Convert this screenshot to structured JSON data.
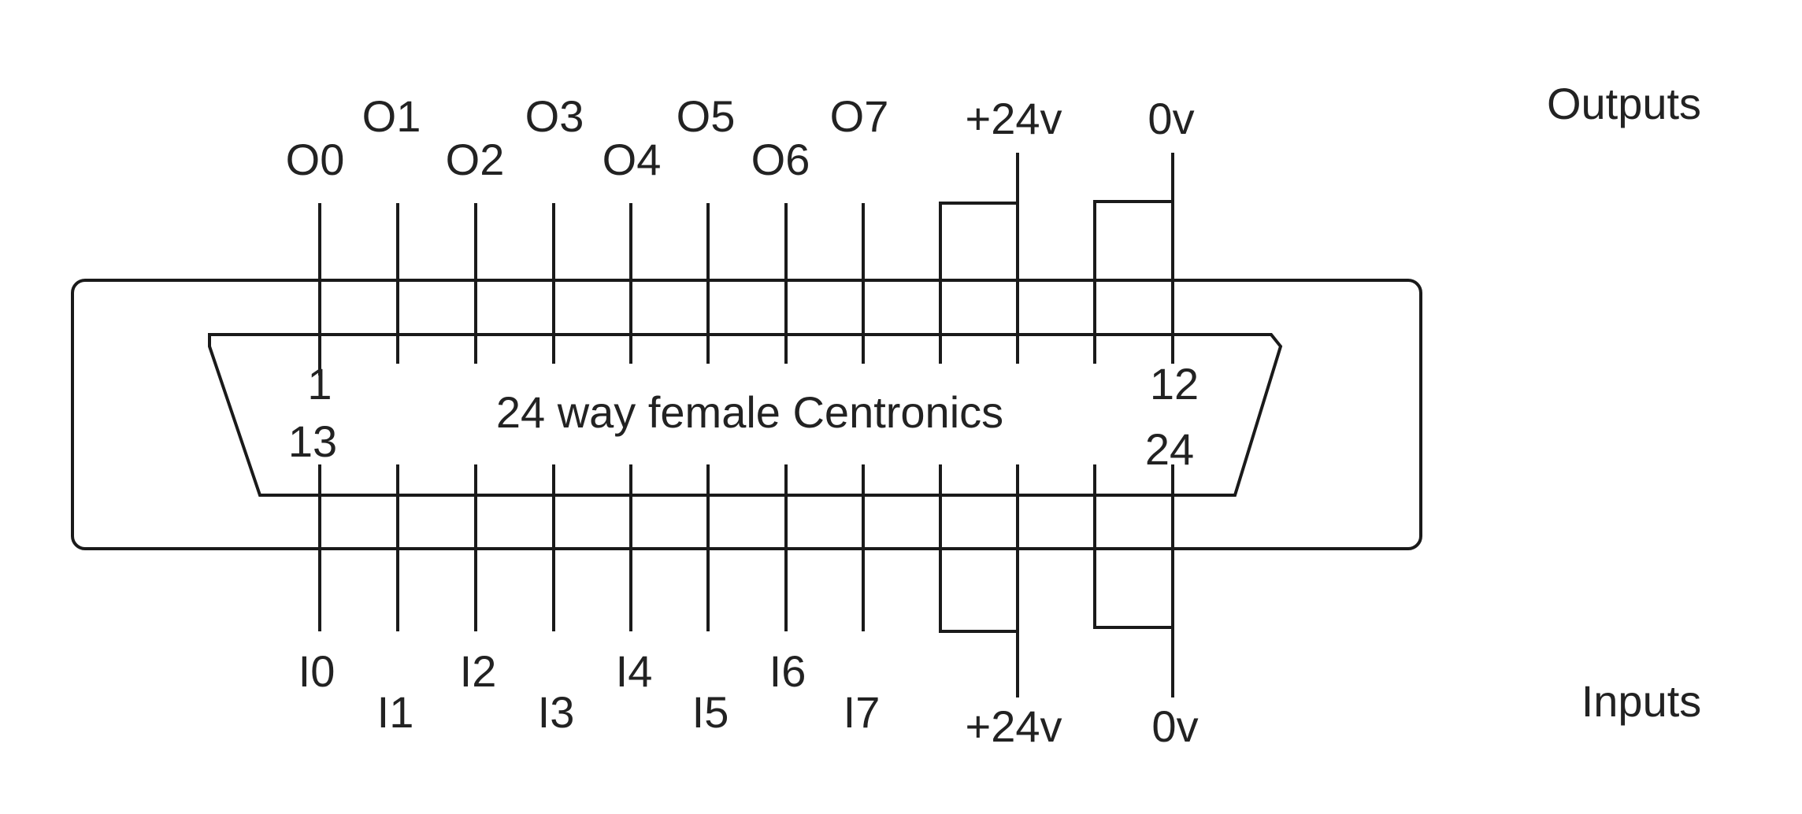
{
  "connector": {
    "title": "24 way female Centronics",
    "pin_labels": {
      "top_left": "1",
      "top_right": "12",
      "bottom_left": "13",
      "bottom_right": "24"
    }
  },
  "outputs": {
    "heading": "Outputs",
    "signals": [
      "O0",
      "O1",
      "O2",
      "O3",
      "O4",
      "O5",
      "O6",
      "O7"
    ],
    "power": "+24v",
    "ground": "0v"
  },
  "inputs": {
    "heading": "Inputs",
    "signals": [
      "I0",
      "I1",
      "I2",
      "I3",
      "I4",
      "I5",
      "I6",
      "I7"
    ],
    "power": "+24v",
    "ground": "0v"
  },
  "colors": {
    "line": "#1a1a1a",
    "text": "#222222",
    "background": "#ffffff"
  }
}
